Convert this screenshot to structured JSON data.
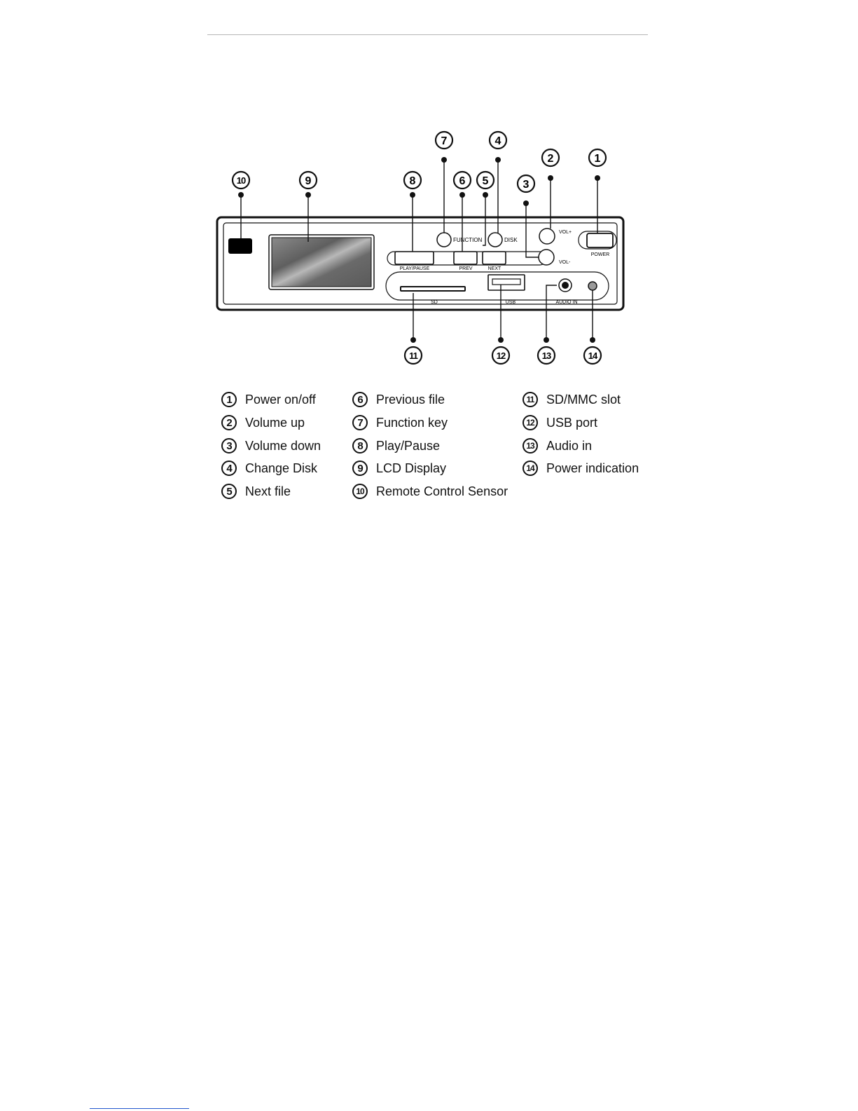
{
  "panel_labels": {
    "function": "FUNCTION",
    "disk": "DISK",
    "vol_up": "VOL+",
    "vol_down": "VOL-",
    "power": "POWER",
    "play_pause": "PLAY/PAUSE",
    "prev": "PREV",
    "next": "NEXT",
    "sd": "SD",
    "usb": "USB",
    "audio_in": "AUDIO IN"
  },
  "callouts": [
    "1",
    "2",
    "3",
    "4",
    "5",
    "6",
    "7",
    "8",
    "9",
    "10",
    "11",
    "12",
    "13",
    "14"
  ],
  "legend": [
    {
      "num": "1",
      "label": "Power on/off"
    },
    {
      "num": "2",
      "label": "Volume up"
    },
    {
      "num": "3",
      "label": "Volume down"
    },
    {
      "num": "4",
      "label": "Change Disk"
    },
    {
      "num": "5",
      "label": "Next file"
    },
    {
      "num": "6",
      "label": "Previous file"
    },
    {
      "num": "7",
      "label": "Function key"
    },
    {
      "num": "8",
      "label": "Play/Pause"
    },
    {
      "num": "9",
      "label": "LCD Display"
    },
    {
      "num": "10",
      "label": "Remote Control Sensor"
    },
    {
      "num": "11",
      "label": "SD/MMC slot"
    },
    {
      "num": "12",
      "label": "USB port"
    },
    {
      "num": "13",
      "label": "Audio in"
    },
    {
      "num": "14",
      "label": "Power indication"
    }
  ]
}
